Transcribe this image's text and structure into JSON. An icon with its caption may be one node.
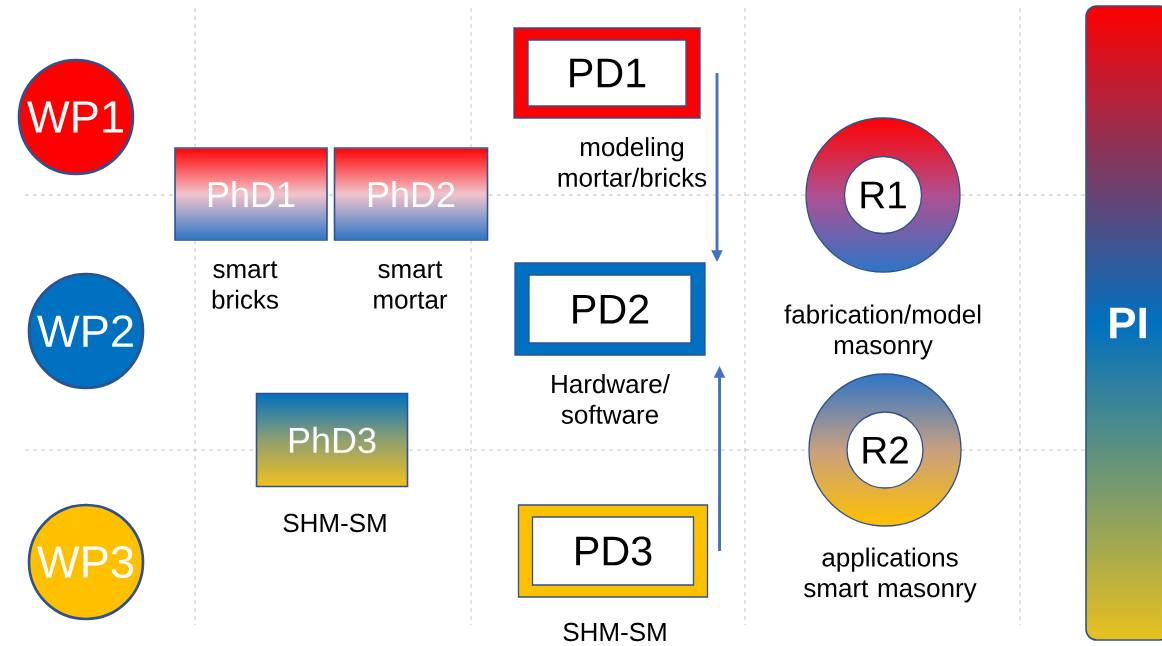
{
  "diagram": {
    "nodes": [
      {
        "text": [
          "WP1"
        ]
      },
      {
        "text": [
          "WP2"
        ]
      },
      {
        "text": [
          "WP3"
        ]
      },
      {
        "text": [
          "PhD1"
        ],
        "beside": [
          "smart bricks"
        ]
      },
      {
        "text": [
          "PhD2"
        ],
        "beside": [
          "smart mortar"
        ]
      },
      {
        "text": [
          "PhD3"
        ],
        "beside": [
          "SHM-SM"
        ]
      },
      {
        "text": [
          "PD1"
        ],
        "beside": [
          "modeling mortar/bricks"
        ]
      },
      {
        "text": [
          "PD2"
        ],
        "beside": [
          "Hardware/ software"
        ]
      },
      {
        "text": [
          "PD3"
        ],
        "beside": [
          "SHM-SM"
        ]
      },
      {
        "text": [
          "R1"
        ]
      },
      {
        "text": [
          "R2"
        ],
        "beside": [
          "applications smart masonry"
        ]
      },
      {
        "text": [
          "PI"
        ]
      }
    ],
    "edges": [
      {
        "from": 6,
        "to": 7,
        "arrow": "to"
      },
      {
        "from": 8,
        "to": 7,
        "arrow": "to"
      }
    ],
    "labels": [
      "fabrication/model masonry"
    ]
  }
}
